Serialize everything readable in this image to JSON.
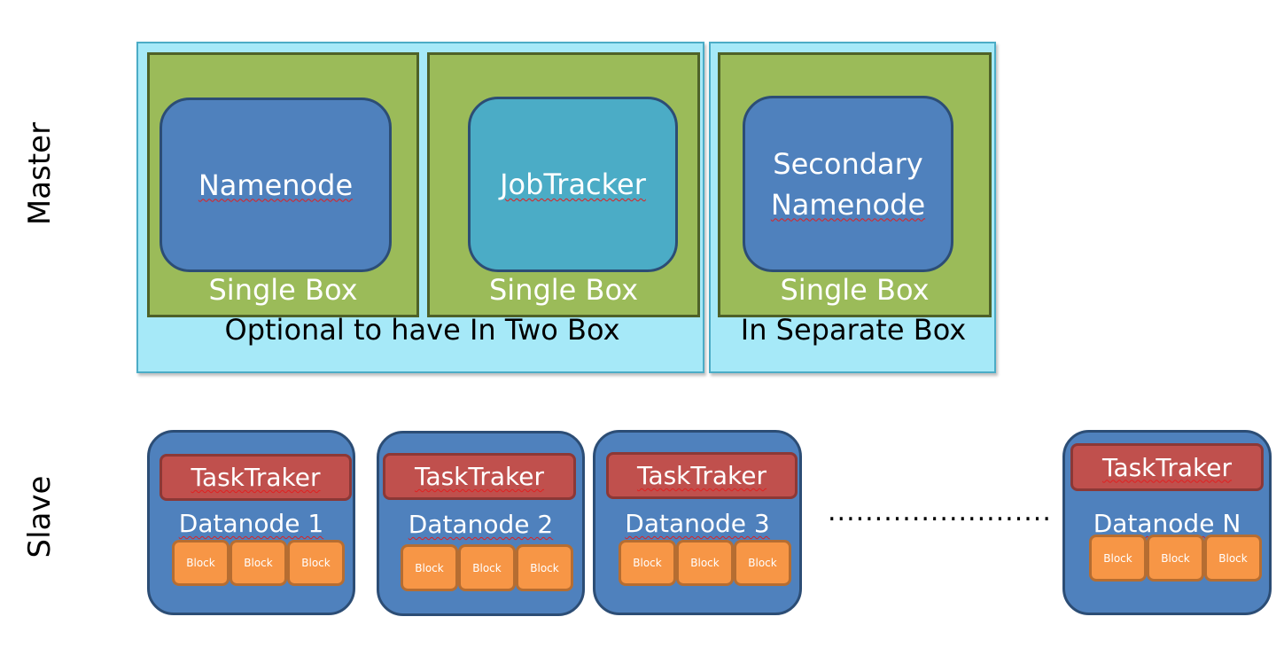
{
  "labels": {
    "master": "Master",
    "slave": "Slave"
  },
  "master": {
    "groups": [
      {
        "label": "Optional to have In Two Box"
      },
      {
        "label": "In Separate Box"
      }
    ],
    "boxes": [
      {
        "node": "Namenode",
        "label": "Single Box"
      },
      {
        "node": "JobTracker",
        "label": "Single Box"
      },
      {
        "node_line1": "Secondary",
        "node_line2": "Namenode",
        "label": "Single Box"
      }
    ]
  },
  "slave": {
    "ellipsis": "........................",
    "datanodes": [
      {
        "tasktracker": "TaskTraker",
        "name": "Datanode 1",
        "blocks": [
          "Block",
          "Block",
          "Block"
        ]
      },
      {
        "tasktracker": "TaskTraker",
        "name": "Datanode 2",
        "blocks": [
          "Block",
          "Block",
          "Block"
        ]
      },
      {
        "tasktracker": "TaskTraker",
        "name": "Datanode 3",
        "blocks": [
          "Block",
          "Block",
          "Block"
        ]
      },
      {
        "tasktracker": "TaskTraker",
        "name": "Datanode N",
        "blocks": [
          "Block",
          "Block",
          "Block"
        ]
      }
    ]
  },
  "colors": {
    "green_box": "#9bbb59",
    "group_bg": "#a6e9f8",
    "node_blue": "#4f81bd",
    "node_teal": "#4bacc6",
    "tasktracker": "#c0504d",
    "block": "#f79646"
  }
}
